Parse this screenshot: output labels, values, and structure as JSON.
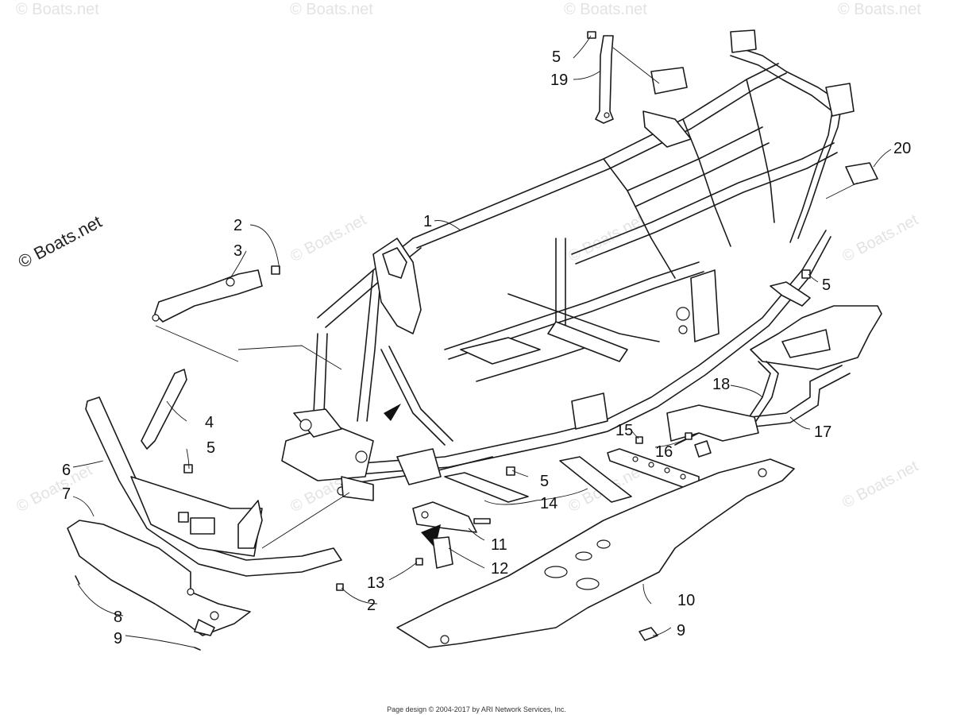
{
  "watermark": {
    "brand_main": "© Boats.net",
    "brand_faint": "© Boats.net"
  },
  "footer": {
    "credit": "Page design © 2004-2017 by ARI Network Services, Inc."
  },
  "callouts": [
    {
      "id": "c1",
      "label": "1"
    },
    {
      "id": "c2a",
      "label": "2"
    },
    {
      "id": "c3",
      "label": "3"
    },
    {
      "id": "c4",
      "label": "4"
    },
    {
      "id": "c5a",
      "label": "5"
    },
    {
      "id": "c5b",
      "label": "5"
    },
    {
      "id": "c5c",
      "label": "5"
    },
    {
      "id": "c5d",
      "label": "5"
    },
    {
      "id": "c6",
      "label": "6"
    },
    {
      "id": "c7",
      "label": "7"
    },
    {
      "id": "c8",
      "label": "8"
    },
    {
      "id": "c9a",
      "label": "9"
    },
    {
      "id": "c9b",
      "label": "9"
    },
    {
      "id": "c10",
      "label": "10"
    },
    {
      "id": "c11",
      "label": "11"
    },
    {
      "id": "c12",
      "label": "12"
    },
    {
      "id": "c13",
      "label": "13"
    },
    {
      "id": "c14",
      "label": "14"
    },
    {
      "id": "c15",
      "label": "15"
    },
    {
      "id": "c16",
      "label": "16"
    },
    {
      "id": "c17",
      "label": "17"
    },
    {
      "id": "c18",
      "label": "18"
    },
    {
      "id": "c19",
      "label": "19"
    },
    {
      "id": "c20",
      "label": "20"
    },
    {
      "id": "c2b",
      "label": "2"
    }
  ]
}
